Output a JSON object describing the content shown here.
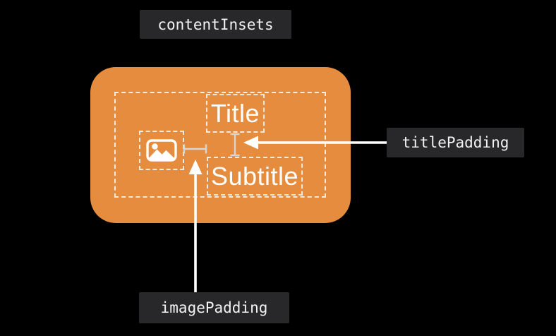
{
  "annotations": {
    "content_insets": {
      "label": "contentInsets"
    },
    "title_padding": {
      "label": "titlePadding"
    },
    "image_padding": {
      "label": "imagePadding"
    }
  },
  "card": {
    "title": "Title",
    "subtitle": "Subtitle",
    "image_placeholder_icon": "photo-icon"
  },
  "colors": {
    "background": "#000000",
    "card": "#E68C3E",
    "annotation_background": "#28282B",
    "annotation_text": "#F2F2F2",
    "dashed_outline": "#FFFFFF",
    "measure_line": "#D6D6D6",
    "arrow": "#FFFFFF"
  }
}
